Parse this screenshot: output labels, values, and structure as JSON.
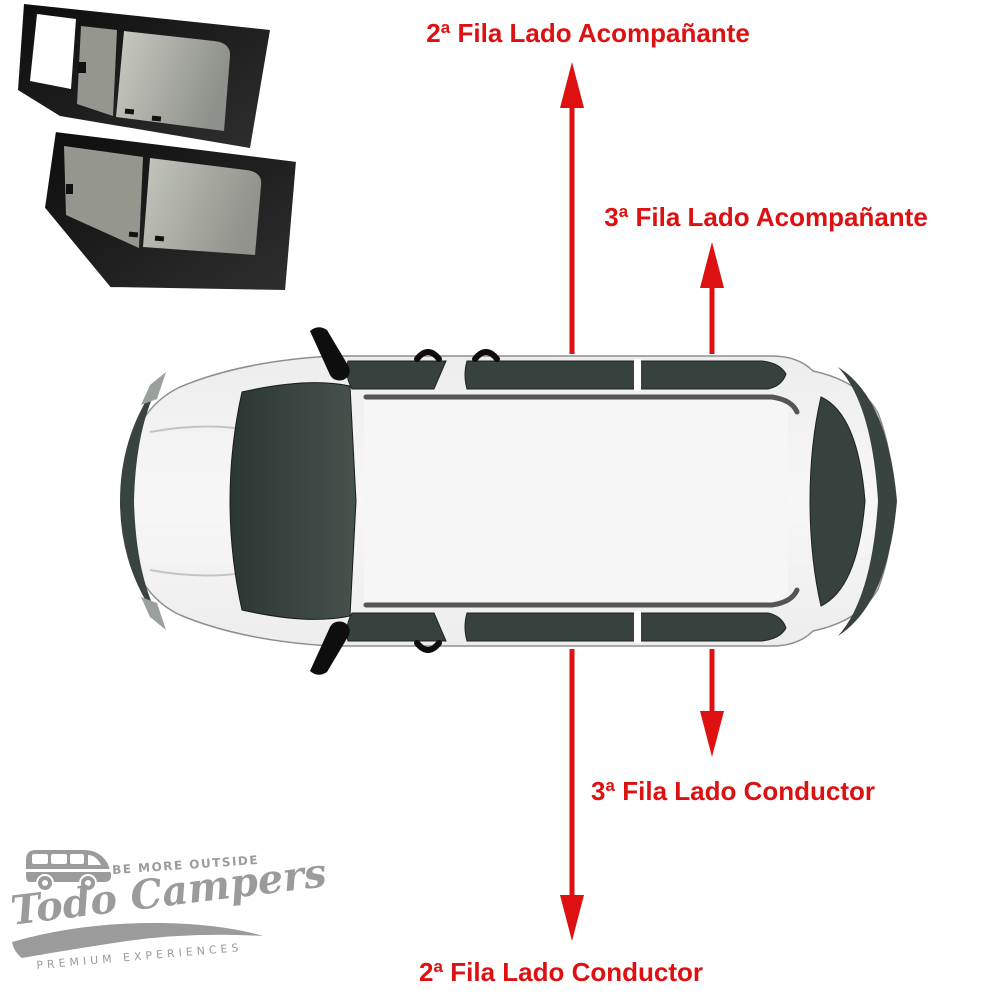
{
  "page": {
    "background": "#ffffff",
    "description_labels_language": "es"
  },
  "colors": {
    "label_red": "#dd1111",
    "logo_gray": "#9b9b9b",
    "van_window": "#37413d",
    "van_body": "#f2f2f2",
    "van_outline": "#8f8f8f",
    "bumper_dark": "#39433f",
    "frame_black": "#161616",
    "glass_dark": "#95978f",
    "glass_light": "#c3c6bc"
  },
  "labels": {
    "row2_passenger": "2ª Fila Lado Acompañante",
    "row3_passenger": "3ª Fila Lado Acompañante",
    "row3_driver": "3ª Fila Lado Conductor",
    "row2_driver": "2ª Fila Lado Conductor"
  },
  "icons": {
    "arrow_up": "arrow-up-icon",
    "arrow_down": "arrow-down-icon",
    "van_top_view": "van-top-view-illustration",
    "window_panels": "sliding-window-panels-photo",
    "camper_bus": "camper-bus-icon"
  },
  "logo": {
    "tagline_top": "BE MORE OUTSIDE",
    "brand": "Todo Campers",
    "tagline_bottom": "PREMIUM EXPERIENCES"
  }
}
